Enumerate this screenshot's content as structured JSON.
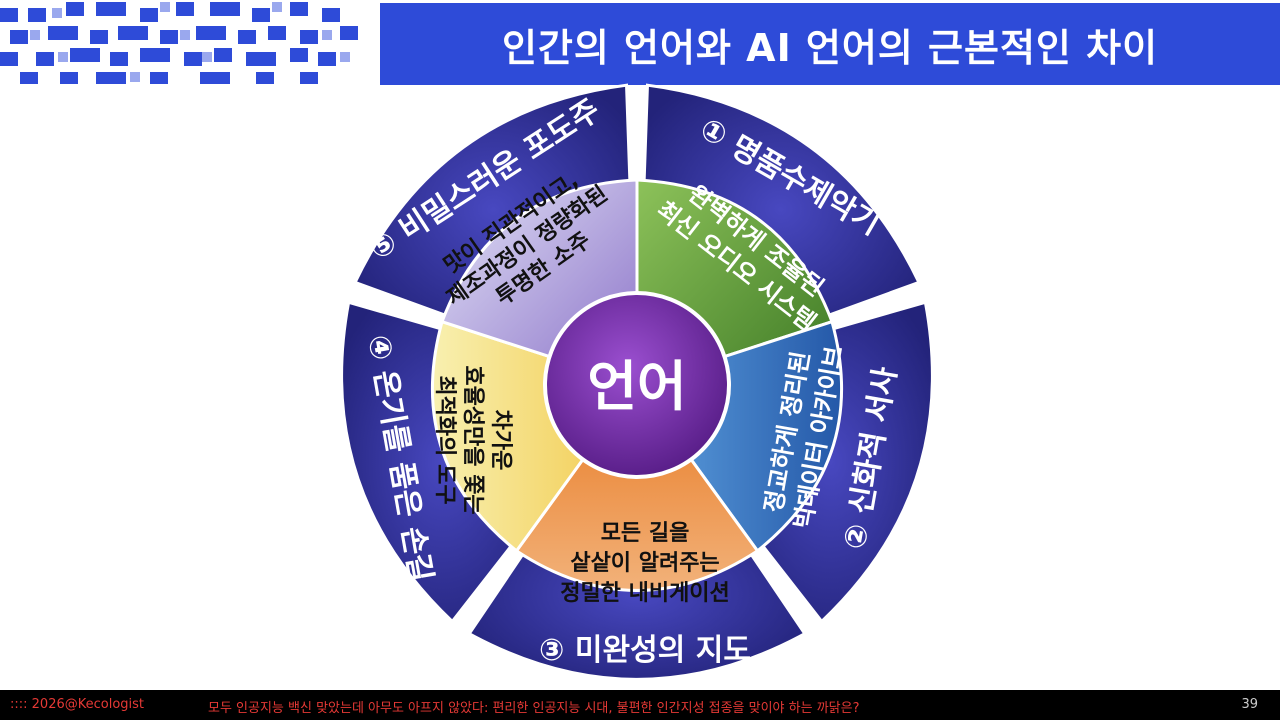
{
  "header": {
    "title": "인간의 언어와 AI 언어의 근본적인 차이"
  },
  "center": {
    "label": "언어"
  },
  "petals": [
    {
      "label": "① 명품수제악기"
    },
    {
      "label": "② 신화적 서사"
    },
    {
      "label": "③ 미완성의 지도"
    },
    {
      "label": "④ 온기를 품은 손길"
    },
    {
      "label": "⑤ 비밀스러운 포도주"
    }
  ],
  "wedges": [
    {
      "lines": [
        "완벽하게 조율된",
        "최신 오디오 시스템"
      ]
    },
    {
      "lines": [
        "정교하게 정리된",
        "빅데이터 아카이브"
      ]
    },
    {
      "lines": [
        "모든 길을",
        "샅샅이 알려주는",
        "정밀한 내비게이션"
      ]
    },
    {
      "lines": [
        "차가운",
        "효율성만을 쫓는",
        "최적화의 도구"
      ]
    },
    {
      "lines": [
        "맛이 직관적이고,",
        "제조과정이 정량화된",
        "투명한 소주"
      ]
    }
  ],
  "colors": {
    "title_bar": "#2e4bd8",
    "petal": "#2f2f8f",
    "center": "#7a2fa8",
    "wedge_green": "#4e8a2e",
    "wedge_blue": "#2f6fb8",
    "wedge_orange": "#e8772a",
    "wedge_yellow": "#f5d15a",
    "wedge_lavender": "#a394d4",
    "footer_text": "#e53935"
  },
  "footer": {
    "left": ":::: 2026@Kecologist",
    "center": "모두 인공지능 백신 맞았는데 아무도 아프지 않았다: 편리한 인공지능 시대, 불편한 인간지성 접종을 맞이야 하는 까닭은?",
    "page": "39"
  }
}
